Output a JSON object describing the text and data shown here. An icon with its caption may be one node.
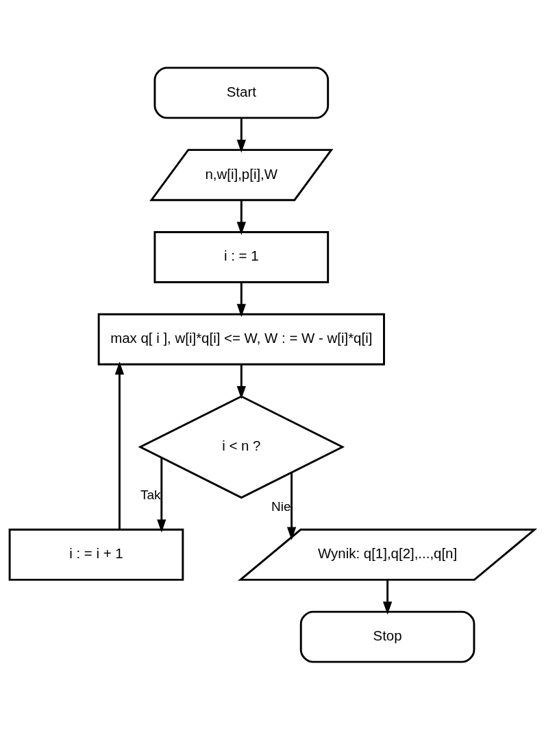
{
  "diagram": {
    "nodes": [
      {
        "text": [
          "Start"
        ]
      },
      {
        "text": [
          "n,w[i],p[i],W"
        ]
      },
      {
        "text": [
          "i : = 1"
        ]
      },
      {
        "text": [
          "max q[ i ], w[i]*q[i] <= W, W : = W - w[i]*q[i]"
        ]
      },
      {
        "text": [
          "i < n ?"
        ]
      },
      {
        "text": [
          "i : = i + 1"
        ]
      },
      {
        "text": [
          "Wynik: q[1],q[2],...,q[n]"
        ]
      },
      {
        "text": [
          "Stop"
        ]
      }
    ],
    "edges": [
      {
        "from": 0,
        "to": 1,
        "arrow": "to"
      },
      {
        "from": 1,
        "to": 2,
        "arrow": "to"
      },
      {
        "from": 2,
        "to": 3,
        "arrow": "to"
      },
      {
        "from": 3,
        "to": 4,
        "arrow": "to"
      },
      {
        "from": 4,
        "to": 5,
        "arrow": "to",
        "label": "Tak"
      },
      {
        "from": 5,
        "to": 3,
        "arrow": "to"
      },
      {
        "from": 4,
        "to": 6,
        "arrow": "to",
        "label": "Nie"
      },
      {
        "from": 6,
        "to": 7,
        "arrow": "to"
      }
    ]
  }
}
